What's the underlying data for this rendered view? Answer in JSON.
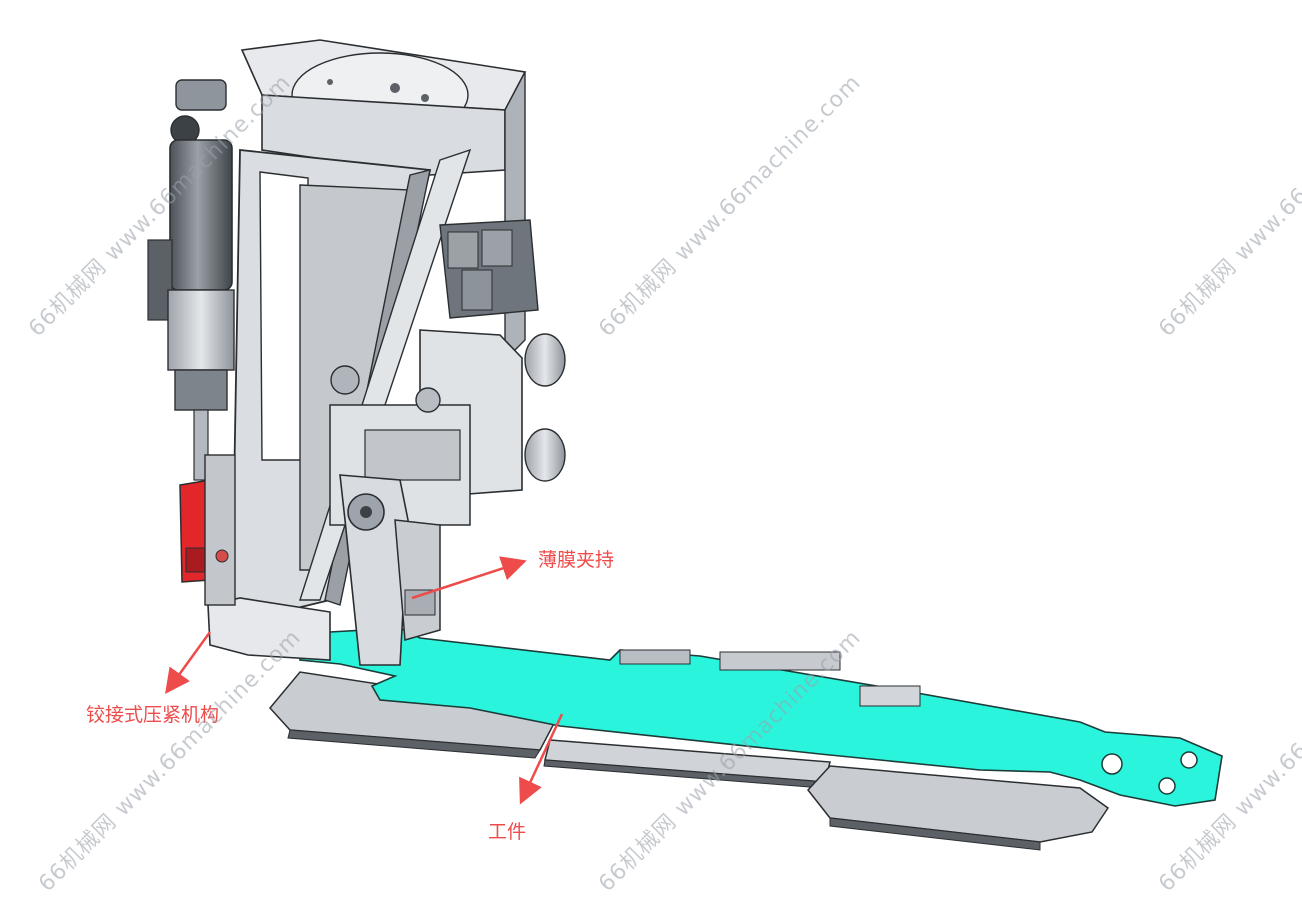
{
  "labels": {
    "film_clamp": "薄膜夹持",
    "hinge_press": "铰接式压紧机构",
    "workpiece": "工件"
  },
  "watermark": {
    "text": "66机械网 www.66machine.com",
    "color": "#9aa2ab"
  },
  "colors": {
    "annotation": "#ee4b4b",
    "workpiece": "#2af5dc",
    "metal_light": "#dcdfe3",
    "metal_mid": "#b9bec4",
    "metal_dark": "#6f757c",
    "cylinder_red": "#e3262a"
  }
}
